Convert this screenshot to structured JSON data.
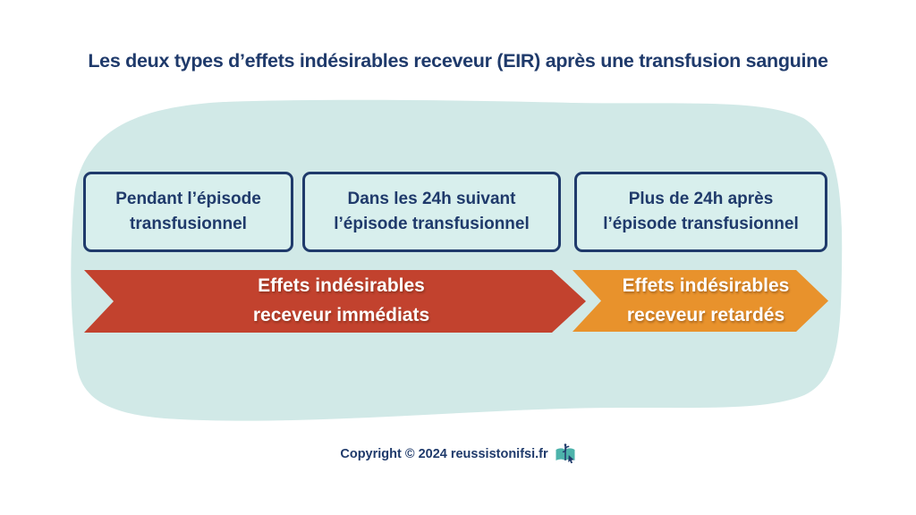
{
  "title": "Les deux types d’effets indésirables receveur (EIR) après une transfusion sanguine",
  "colors": {
    "navy": "#1f3a6b",
    "blob_teal": "#d1e9e7",
    "box_fill": "#d8efed",
    "arrow_red": "#c2422e",
    "arrow_orange": "#e8922c",
    "arrow_text": "#ffffff",
    "logo_teal": "#4db3ab"
  },
  "timeline_boxes": [
    {
      "line1": "Pendant l’épisode",
      "line2": "transfusionnel"
    },
    {
      "line1": "Dans les 24h suivant",
      "line2": "l’épisode transfusionnel"
    },
    {
      "line1": "Plus de 24h après",
      "line2": "l’épisode transfusionnel"
    }
  ],
  "arrows": [
    {
      "line1": "Effets indésirables",
      "line2": "receveur immédiats",
      "color": "#c2422e"
    },
    {
      "line1": "Effets indésirables",
      "line2": "receveur retardés",
      "color": "#e8922c"
    }
  ],
  "footer": {
    "copyright": "Copyright © 2024 reussistonifsi.fr",
    "logo_icon": "open-book-caduceus-icon"
  }
}
